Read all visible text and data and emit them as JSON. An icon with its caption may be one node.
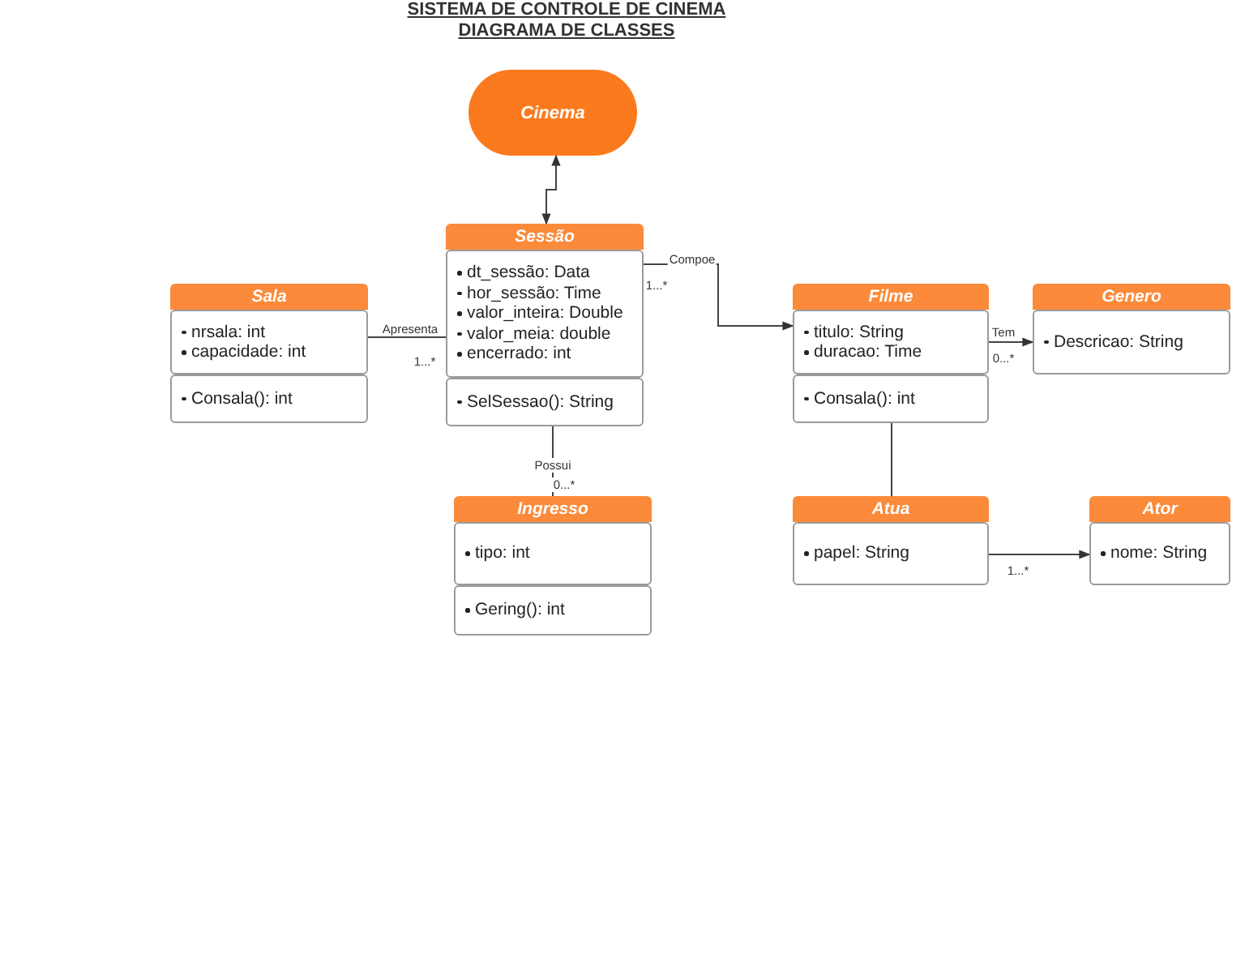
{
  "diagram": {
    "title": "SISTEMA DE CONTROLE DE CINEMA DIAGRAMA DE CLASSES",
    "nodes": [
      {
        "text": [
          "Cinema"
        ]
      },
      {
        "text": [
          "Sala"
        ]
      },
      {
        "text": [
          "nrsala: int",
          "capacidade: int"
        ],
        "in": 1
      },
      {
        "text": [
          "Consala(): int"
        ],
        "in": 1
      },
      {
        "text": [
          "Sessão"
        ]
      },
      {
        "text": [
          "dt_sessão: Data",
          "hor_sessão: Time",
          "valor_inteira: Double",
          "valor_meia: double",
          "encerrado: int"
        ],
        "in": 4
      },
      {
        "text": [
          "SelSessao(): String"
        ],
        "in": 4
      },
      {
        "text": [
          "Filme"
        ]
      },
      {
        "text": [
          "titulo: String",
          "duracao: Time"
        ],
        "in": 7
      },
      {
        "text": [
          "Consala(): int"
        ],
        "in": 7
      },
      {
        "text": [
          "Genero"
        ]
      },
      {
        "text": [
          "Descricao: String"
        ],
        "in": 10
      },
      {
        "text": [
          "Ingresso"
        ]
      },
      {
        "text": [
          "tipo: int"
        ],
        "in": 12
      },
      {
        "text": [
          "Gering(): int"
        ],
        "in": 12
      },
      {
        "text": [
          "Atua"
        ]
      },
      {
        "text": [
          "papel: String"
        ],
        "in": 15
      },
      {
        "text": [
          "Ator"
        ]
      },
      {
        "text": [
          "nome: String"
        ],
        "in": 17
      }
    ],
    "edges": [
      {
        "from": 0,
        "to": 4,
        "arrow": "both"
      },
      {
        "from": 1,
        "to": 4,
        "arrow": "none",
        "label": "Apresenta"
      },
      {
        "from": 4,
        "to": 7,
        "arrow": "to",
        "label": "Compoe"
      },
      {
        "from": 4,
        "to": 12,
        "arrow": "none",
        "label": "Possui"
      },
      {
        "from": 7,
        "to": 10,
        "arrow": "to",
        "label": "Tem"
      },
      {
        "from": 7,
        "to": 15,
        "arrow": "none"
      },
      {
        "from": 15,
        "to": 17,
        "arrow": "to"
      }
    ],
    "labels": [
      "1...*",
      "1...*",
      "0...*",
      "0...*",
      "1...*"
    ]
  }
}
